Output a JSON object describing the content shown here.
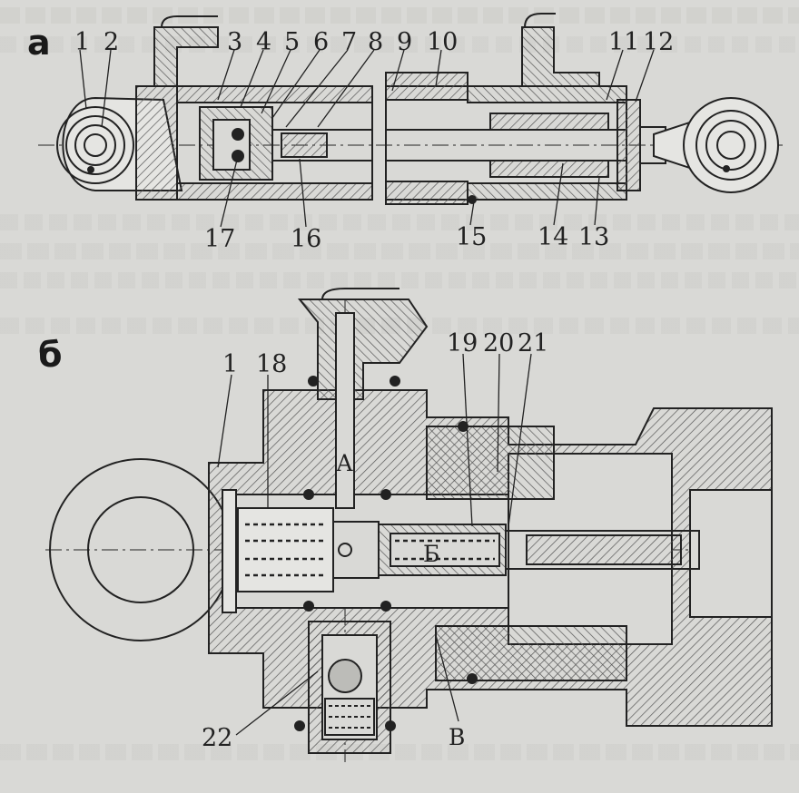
{
  "panels": {
    "a": "a",
    "b": "б"
  },
  "labels_a": {
    "l1": "1",
    "l2": "2",
    "l3": "3",
    "l4": "4",
    "l5": "5",
    "l6": "6",
    "l7": "7",
    "l8": "8",
    "l9": "9",
    "l10": "10",
    "l11": "11",
    "l12": "12",
    "l13": "13",
    "l14": "14",
    "l15": "15",
    "l16": "16",
    "l17": "17"
  },
  "labels_b": {
    "l1": "1",
    "l18": "18",
    "l19": "19",
    "l20": "20",
    "l21": "21",
    "l22": "22"
  },
  "cavities": {
    "A": "А",
    "B": "Б",
    "V": "В"
  },
  "colors": {
    "background": "#d9d9d6",
    "ink": "#222222",
    "hatch": "#555555"
  }
}
